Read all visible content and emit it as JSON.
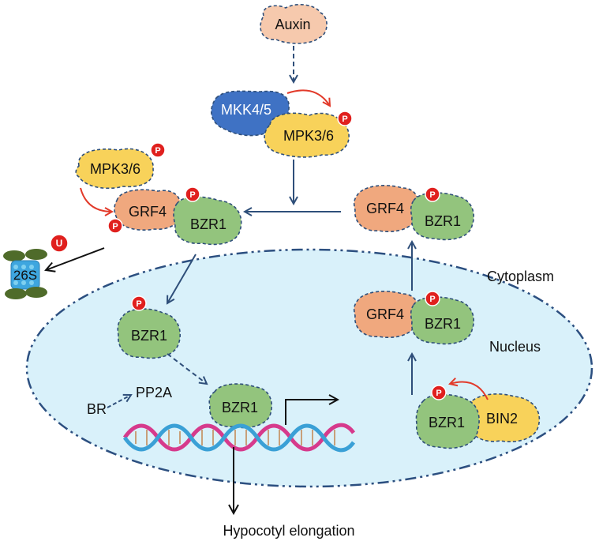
{
  "labels": {
    "auxin": "Auxin",
    "mkk": "MKK4/5",
    "mpk_top": "MPK3/6",
    "mpk_left": "MPK3/6",
    "grf4_left": "GRF4",
    "bzr1_left": "BZR1",
    "grf4_right_top": "GRF4",
    "bzr1_right_top": "BZR1",
    "grf4_right_mid": "GRF4",
    "bzr1_right_mid": "BZR1",
    "bzr1_nucleus": "BZR1",
    "bzr1_dna": "BZR1",
    "bzr1_bin2": "BZR1",
    "bin2": "BIN2",
    "pp2a": "PP2A",
    "br": "BR",
    "proteasome": "26S",
    "cytoplasm": "Cytoplasm",
    "nucleus": "Nucleus",
    "output": "Hypocotyl elongation",
    "phospho": "P",
    "ubiquitin": "U"
  },
  "colors": {
    "nucleus_fill": "#d9f1fa",
    "nucleus_border": "#2c4f80",
    "auxin": "#f6c9ad",
    "mkk": "#3f72c4",
    "mpk": "#f8d25a",
    "grf4": "#f0a87e",
    "bzr1": "#93c47d",
    "bin2": "#f8d25a",
    "phospho": "#e0201e",
    "arrow_blue": "#2f4f7a",
    "arrow_red": "#e23a2a",
    "dna_strand_a": "#d63a8c",
    "dna_strand_b": "#3aa0d6",
    "dna_rungs": "#c8a07a",
    "proteasome_ring": "#4f6b2a",
    "proteasome_core": "#3ea6df"
  }
}
